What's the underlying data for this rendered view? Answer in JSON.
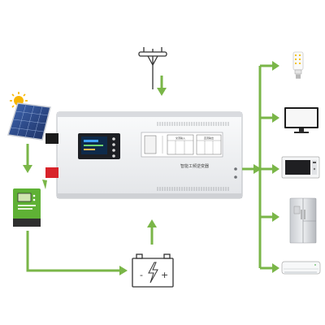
{
  "colors": {
    "arrow_green": "#7ab648",
    "inverter_body": "#f1f2f4",
    "inverter_edge": "#b9bcc1",
    "display_dark": "#1d1f24",
    "red_terminal": "#d8232a",
    "solar_panel": "#2b4a8a",
    "charger_green": "#5fb135"
  },
  "inverter": {
    "product_label": "智能工频逆变器",
    "panel_headers": [
      "交流输入",
      "直流输出"
    ]
  },
  "battery": {
    "minus_symbol": "-",
    "plus_symbol": "+",
    "bolt_icon": "lightning-bolt-icon"
  },
  "sources": [
    "solar-panel",
    "sun",
    "mppt-charge-controller",
    "utility-power-pole",
    "battery"
  ],
  "loads": [
    "led-bulb",
    "monitor",
    "microwave",
    "refrigerator",
    "air-conditioner"
  ]
}
